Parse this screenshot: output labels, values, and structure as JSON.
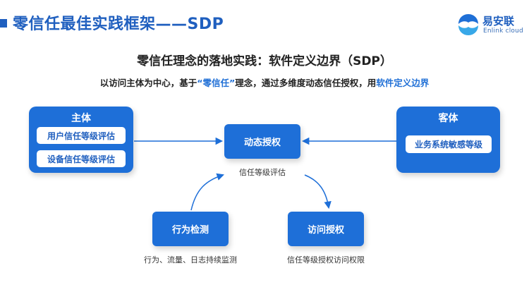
{
  "header": {
    "title": "零信任最佳实践框架——SDP",
    "logo_name": "易安联",
    "logo_sub": "Enlink cloud"
  },
  "subtitle": "零信任理念的落地实践：软件定义边界（SDP）",
  "description": {
    "part1": "以访问主体为中心，基于",
    "highlight1": "“零信任”",
    "part2": "理念，通过多维度动态信任授权，用",
    "highlight2": "软件定义边界"
  },
  "subject": {
    "title": "主体",
    "items": [
      "用户信任等级评估",
      "设备信任等级评估"
    ]
  },
  "object": {
    "title": "客体",
    "items": [
      "业务系统敏感等级"
    ]
  },
  "center": {
    "label": "动态授权",
    "caption": "信任等级评估"
  },
  "behavior": {
    "label": "行为检测",
    "caption": "行为、流量、日志持续监测"
  },
  "access": {
    "label": "访问授权",
    "caption": "信任等级授权访问权限"
  },
  "colors": {
    "primary": "#1e6fd8",
    "title": "#1f5fbf",
    "highlight": "#1f6fd6"
  }
}
